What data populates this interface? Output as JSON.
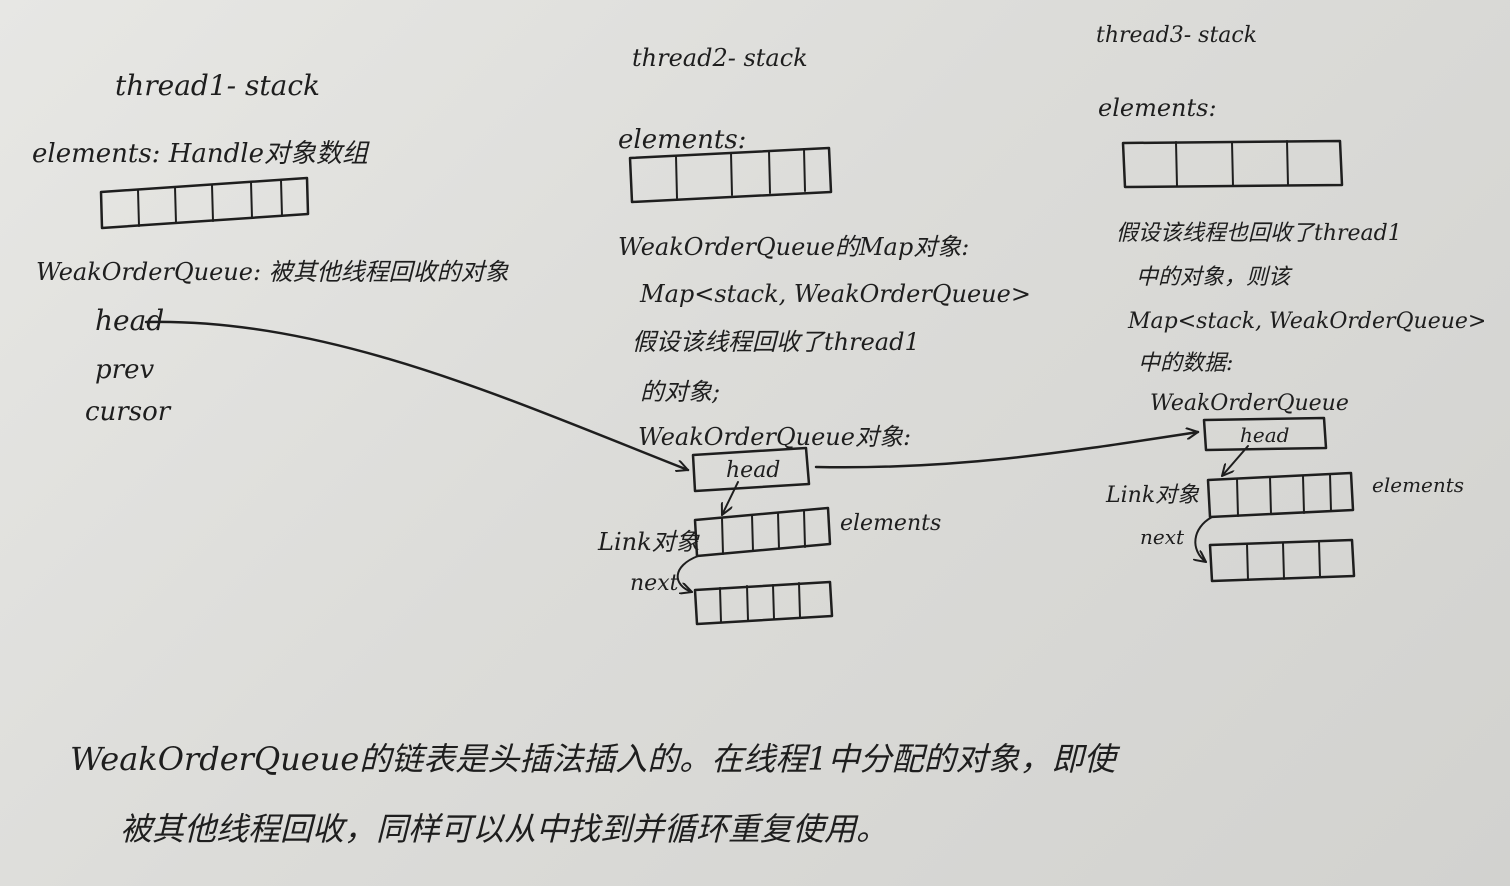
{
  "threads": [
    {
      "stack_title": "thread1- stack",
      "elements_label": "elements: Handle对象数组",
      "queue_label": "WeakOrderQueue: 被其他线程回收的对象",
      "queue_fields": [
        "head",
        "prev",
        "cursor"
      ]
    },
    {
      "stack_title": "thread2- stack",
      "elements_label": "elements:",
      "map_lines": [
        "WeakOrderQueue的Map对象:",
        "Map<stack, WeakOrderQueue>",
        "假设该线程回收了thread1",
        "的对象;",
        "WeakOrderQueue对象:"
      ],
      "head_label": "head",
      "link_label": "Link对象",
      "link_elements_label": "elements",
      "next_label": "next"
    },
    {
      "stack_title": "thread3- stack",
      "elements_label": "elements:",
      "map_lines": [
        "假设该线程也回收了thread1",
        "中的对象，则该",
        "Map<stack, WeakOrderQueue>",
        "中的数据:",
        "WeakOrderQueue"
      ],
      "head_label": "head",
      "link_label": "Link对象",
      "link_elements_label": "elements",
      "next_label": "next"
    }
  ],
  "footnote": {
    "line1": "WeakOrderQueue的链表是头插法插入的。在线程1中分配的对象，即使",
    "line2": "被其他线程回收，同样可以从中找到并循环重复使用。"
  }
}
